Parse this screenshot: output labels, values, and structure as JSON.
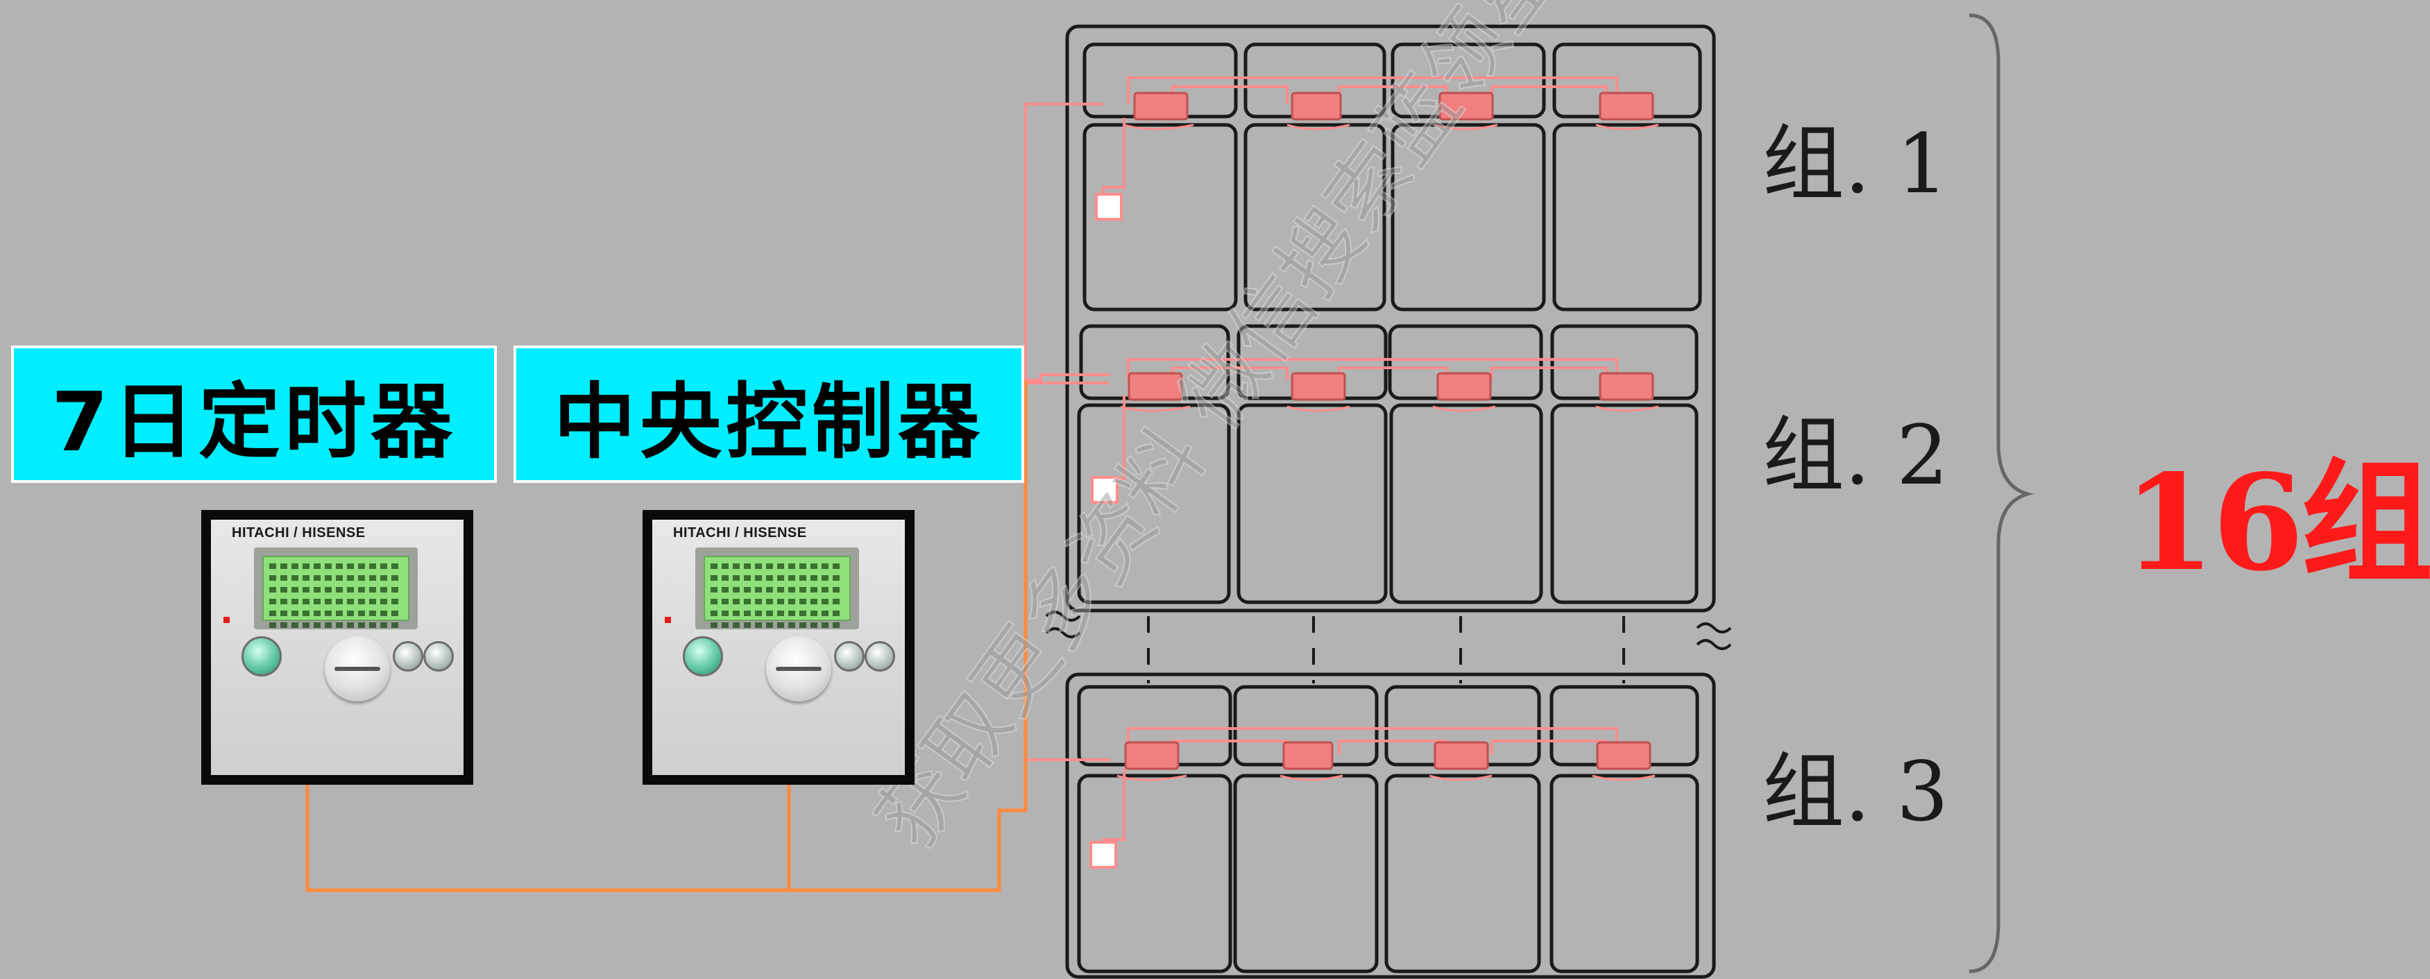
{
  "labels": {
    "timer": "7日定时器",
    "central": "中央控制器"
  },
  "controllers": {
    "brand": "HITACHI / HISENSE"
  },
  "groups": [
    {
      "label": "组. 1"
    },
    {
      "label": "组. 2"
    },
    {
      "label": "组. 3"
    }
  ],
  "total": "16组",
  "watermark": "获取更多资料 微信搜索蓝领星球",
  "colors": {
    "background": "#b3b3b3",
    "label_fill": "#00eeff",
    "wire_pink": "#ff8c8c",
    "wire_orange": "#ff8a3d",
    "unit_block": "#f08080",
    "total_text": "#ff1a1a"
  }
}
